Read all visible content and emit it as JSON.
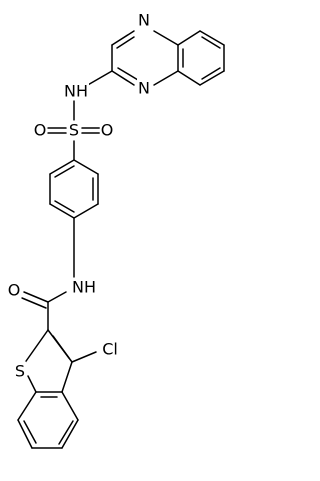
{
  "molecule": {
    "atoms": {
      "n_quinox_1": "N",
      "n_quinox_2": "N",
      "nh_sulfonamide": "NH",
      "o_sulfonyl_left": "O",
      "s_sulfonyl": "S",
      "o_sulfonyl_right": "O",
      "nh_amide": "NH",
      "o_carbonyl": "O",
      "s_thiophene": "S",
      "cl": "Cl"
    }
  }
}
